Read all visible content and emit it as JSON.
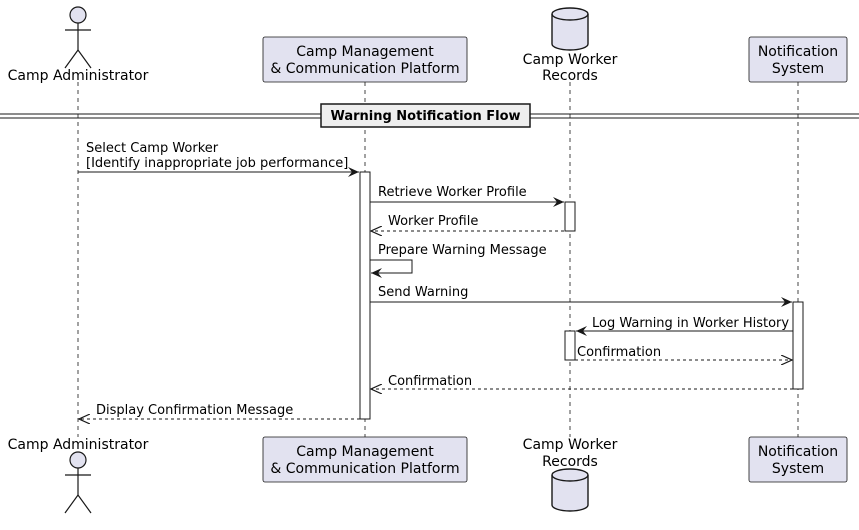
{
  "colors": {
    "participant_fill": "#e2e2f0",
    "participant_stroke": "#181818",
    "activation_fill": "#ffffff",
    "line": "#181818",
    "lifeline": "#181818",
    "divider_fill": "#eeeeee"
  },
  "participants": [
    {
      "id": "admin",
      "type": "actor",
      "label_lines": [
        "Camp Administrator"
      ]
    },
    {
      "id": "platform",
      "type": "participant",
      "label_lines": [
        "Camp Management",
        "& Communication Platform"
      ]
    },
    {
      "id": "records",
      "type": "database",
      "label_lines": [
        "Camp Worker",
        "Records"
      ]
    },
    {
      "id": "notify",
      "type": "participant",
      "label_lines": [
        "Notification",
        "System"
      ]
    }
  ],
  "divider": {
    "label": "Warning Notification Flow"
  },
  "messages": [
    {
      "from": "admin",
      "to": "platform",
      "kind": "sync",
      "label_lines": [
        "Select Camp Worker",
        "[Identify inappropriate job performance]"
      ]
    },
    {
      "from": "platform",
      "to": "records",
      "kind": "sync",
      "label_lines": [
        "Retrieve Worker Profile"
      ]
    },
    {
      "from": "records",
      "to": "platform",
      "kind": "return",
      "label_lines": [
        "Worker Profile"
      ]
    },
    {
      "from": "platform",
      "to": "platform",
      "kind": "self",
      "label_lines": [
        "Prepare Warning Message"
      ]
    },
    {
      "from": "platform",
      "to": "notify",
      "kind": "sync",
      "label_lines": [
        "Send Warning"
      ]
    },
    {
      "from": "notify",
      "to": "records",
      "kind": "sync",
      "label_lines": [
        "Log Warning in Worker History"
      ]
    },
    {
      "from": "records",
      "to": "notify",
      "kind": "return",
      "label_lines": [
        "Confirmation"
      ]
    },
    {
      "from": "notify",
      "to": "platform",
      "kind": "return",
      "label_lines": [
        "Confirmation"
      ]
    },
    {
      "from": "platform",
      "to": "admin",
      "kind": "return",
      "label_lines": [
        "Display Confirmation Message"
      ]
    }
  ]
}
